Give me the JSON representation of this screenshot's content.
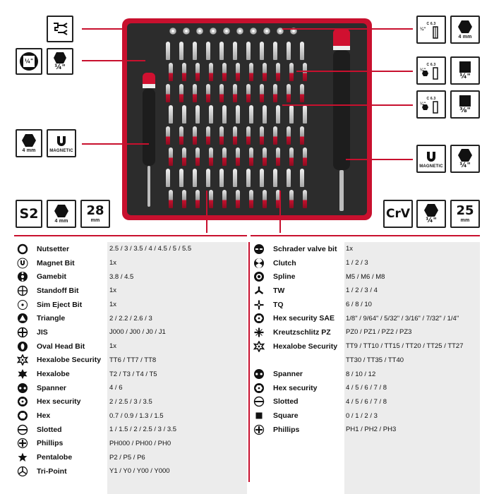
{
  "specs_left": {
    "material": "S2",
    "hex_size": "4 mm",
    "bit_length_value": "28",
    "bit_length_unit": "mm"
  },
  "specs_right": {
    "material": "CrV",
    "hex_size": "¼\"",
    "bit_length_value": "25",
    "bit_length_unit": "mm"
  },
  "callouts": {
    "hook_icon": "hook-tool-icon",
    "square_drive": "¼\"",
    "hex_quarter": "¼\"",
    "hex_4mm_left": "4 mm",
    "magnetic_left": "MAGNETIC",
    "bit_holder_top_label": "C 6.3",
    "bit_holder_top_size": "¼\"",
    "hex_4mm_right": "4 mm",
    "bit_holder_mid_label": "C 6.3",
    "bit_holder_mid_size": "¼\"",
    "square_quarter": "¼\"",
    "bit_holder_low_label": "C 6.3",
    "bit_holder_low_size": "¼\"",
    "square_three_eighths": "⅜\"",
    "magnetic_right": "MAGNETIC",
    "hex_quarter_right": "¼\""
  },
  "left_table": [
    {
      "icon": "nutsetter-icon",
      "name": "Nutsetter",
      "values": "2.5 / 3 / 3.5 / 4 / 4.5 /  5 / 5.5"
    },
    {
      "icon": "magnet-icon",
      "name": "Magnet Bit",
      "values": "1x"
    },
    {
      "icon": "gamebit-icon",
      "name": "Gamebit",
      "values": "3.8 / 4.5"
    },
    {
      "icon": "standoff-icon",
      "name": "Standoff Bit",
      "values": "1x"
    },
    {
      "icon": "sim-eject-icon",
      "name": "Sim Eject Bit",
      "values": "1x"
    },
    {
      "icon": "triangle-icon",
      "name": "Triangle",
      "values": "2 / 2.2 / 2.6 / 3"
    },
    {
      "icon": "jis-icon",
      "name": "JIS",
      "values": "J000 / J00 / J0 / J1"
    },
    {
      "icon": "oval-head-icon",
      "name": "Oval Head Bit",
      "values": "1x"
    },
    {
      "icon": "hexalobe-security-icon",
      "name": "Hexalobe Security",
      "values": "TT6 / TT7 / TT8"
    },
    {
      "icon": "hexalobe-icon",
      "name": "Hexalobe",
      "values": "T2 / T3 / T4 / T5"
    },
    {
      "icon": "spanner-icon",
      "name": "Spanner",
      "values": "4 / 6"
    },
    {
      "icon": "hex-security-icon",
      "name": "Hex security",
      "values": "2 / 2.5 / 3 / 3.5"
    },
    {
      "icon": "hex-icon",
      "name": "Hex",
      "values": "0.7 / 0.9 / 1.3 / 1.5"
    },
    {
      "icon": "slotted-icon",
      "name": "Slotted",
      "values": "1 / 1.5 / 2 / 2.5 / 3 / 3.5"
    },
    {
      "icon": "phillips-icon",
      "name": "Phillips",
      "values": "PH000 / PH00 / PH0"
    },
    {
      "icon": "pentalobe-icon",
      "name": "Pentalobe",
      "values": "P2 / P5 / P6"
    },
    {
      "icon": "tri-point-icon",
      "name": "Tri-Point",
      "values": "Y1 / Y0 / Y00 / Y000"
    }
  ],
  "right_table": [
    {
      "icon": "schrader-icon",
      "name": "Schrader valve bit",
      "values": "1x"
    },
    {
      "icon": "clutch-icon",
      "name": "Clutch",
      "values": "1 / 2 / 3"
    },
    {
      "icon": "spline-icon",
      "name": "Spline",
      "values": "M5 / M6 / M8"
    },
    {
      "icon": "tw-icon",
      "name": "TW",
      "values": "1 / 2 / 3 / 4"
    },
    {
      "icon": "tq-icon",
      "name": "TQ",
      "values": "6 / 8 / 10"
    },
    {
      "icon": "hex-security-sae-icon",
      "name": "Hex security SAE",
      "values": "1/8\" / 9/64\" / 5/32\" / 3/16\" / 7/32\" / 1/4\""
    },
    {
      "icon": "kreutzschlitz-icon",
      "name": "Kreutzschlitz PZ",
      "values": "PZ0 / PZ1 / PZ2 / PZ3"
    },
    {
      "icon": "hexalobe-security-icon",
      "name": "Hexalobe Security",
      "values": "TT9 / TT10 / TT15 / TT20 / TT25 / TT27"
    },
    {
      "icon": "",
      "name": "",
      "values": "TT30 / TT35 / TT40"
    },
    {
      "icon": "spanner-icon",
      "name": "Spanner",
      "values": "8 / 10 / 12"
    },
    {
      "icon": "hex-security-icon",
      "name": "Hex security",
      "values": "4 / 5 / 6 / 7 / 8"
    },
    {
      "icon": "slotted-icon",
      "name": "Slotted",
      "values": "4 / 5 / 6 / 7 / 8"
    },
    {
      "icon": "square-icon",
      "name": "Square",
      "values": "0 / 1 / 2 / 3"
    },
    {
      "icon": "phillips-icon",
      "name": "Phillips",
      "values": "PH1 / PH2 / PH3"
    }
  ],
  "colors": {
    "accent": "#c8102e",
    "tray": "#2c2c2c",
    "row_shade": "#ececec"
  }
}
